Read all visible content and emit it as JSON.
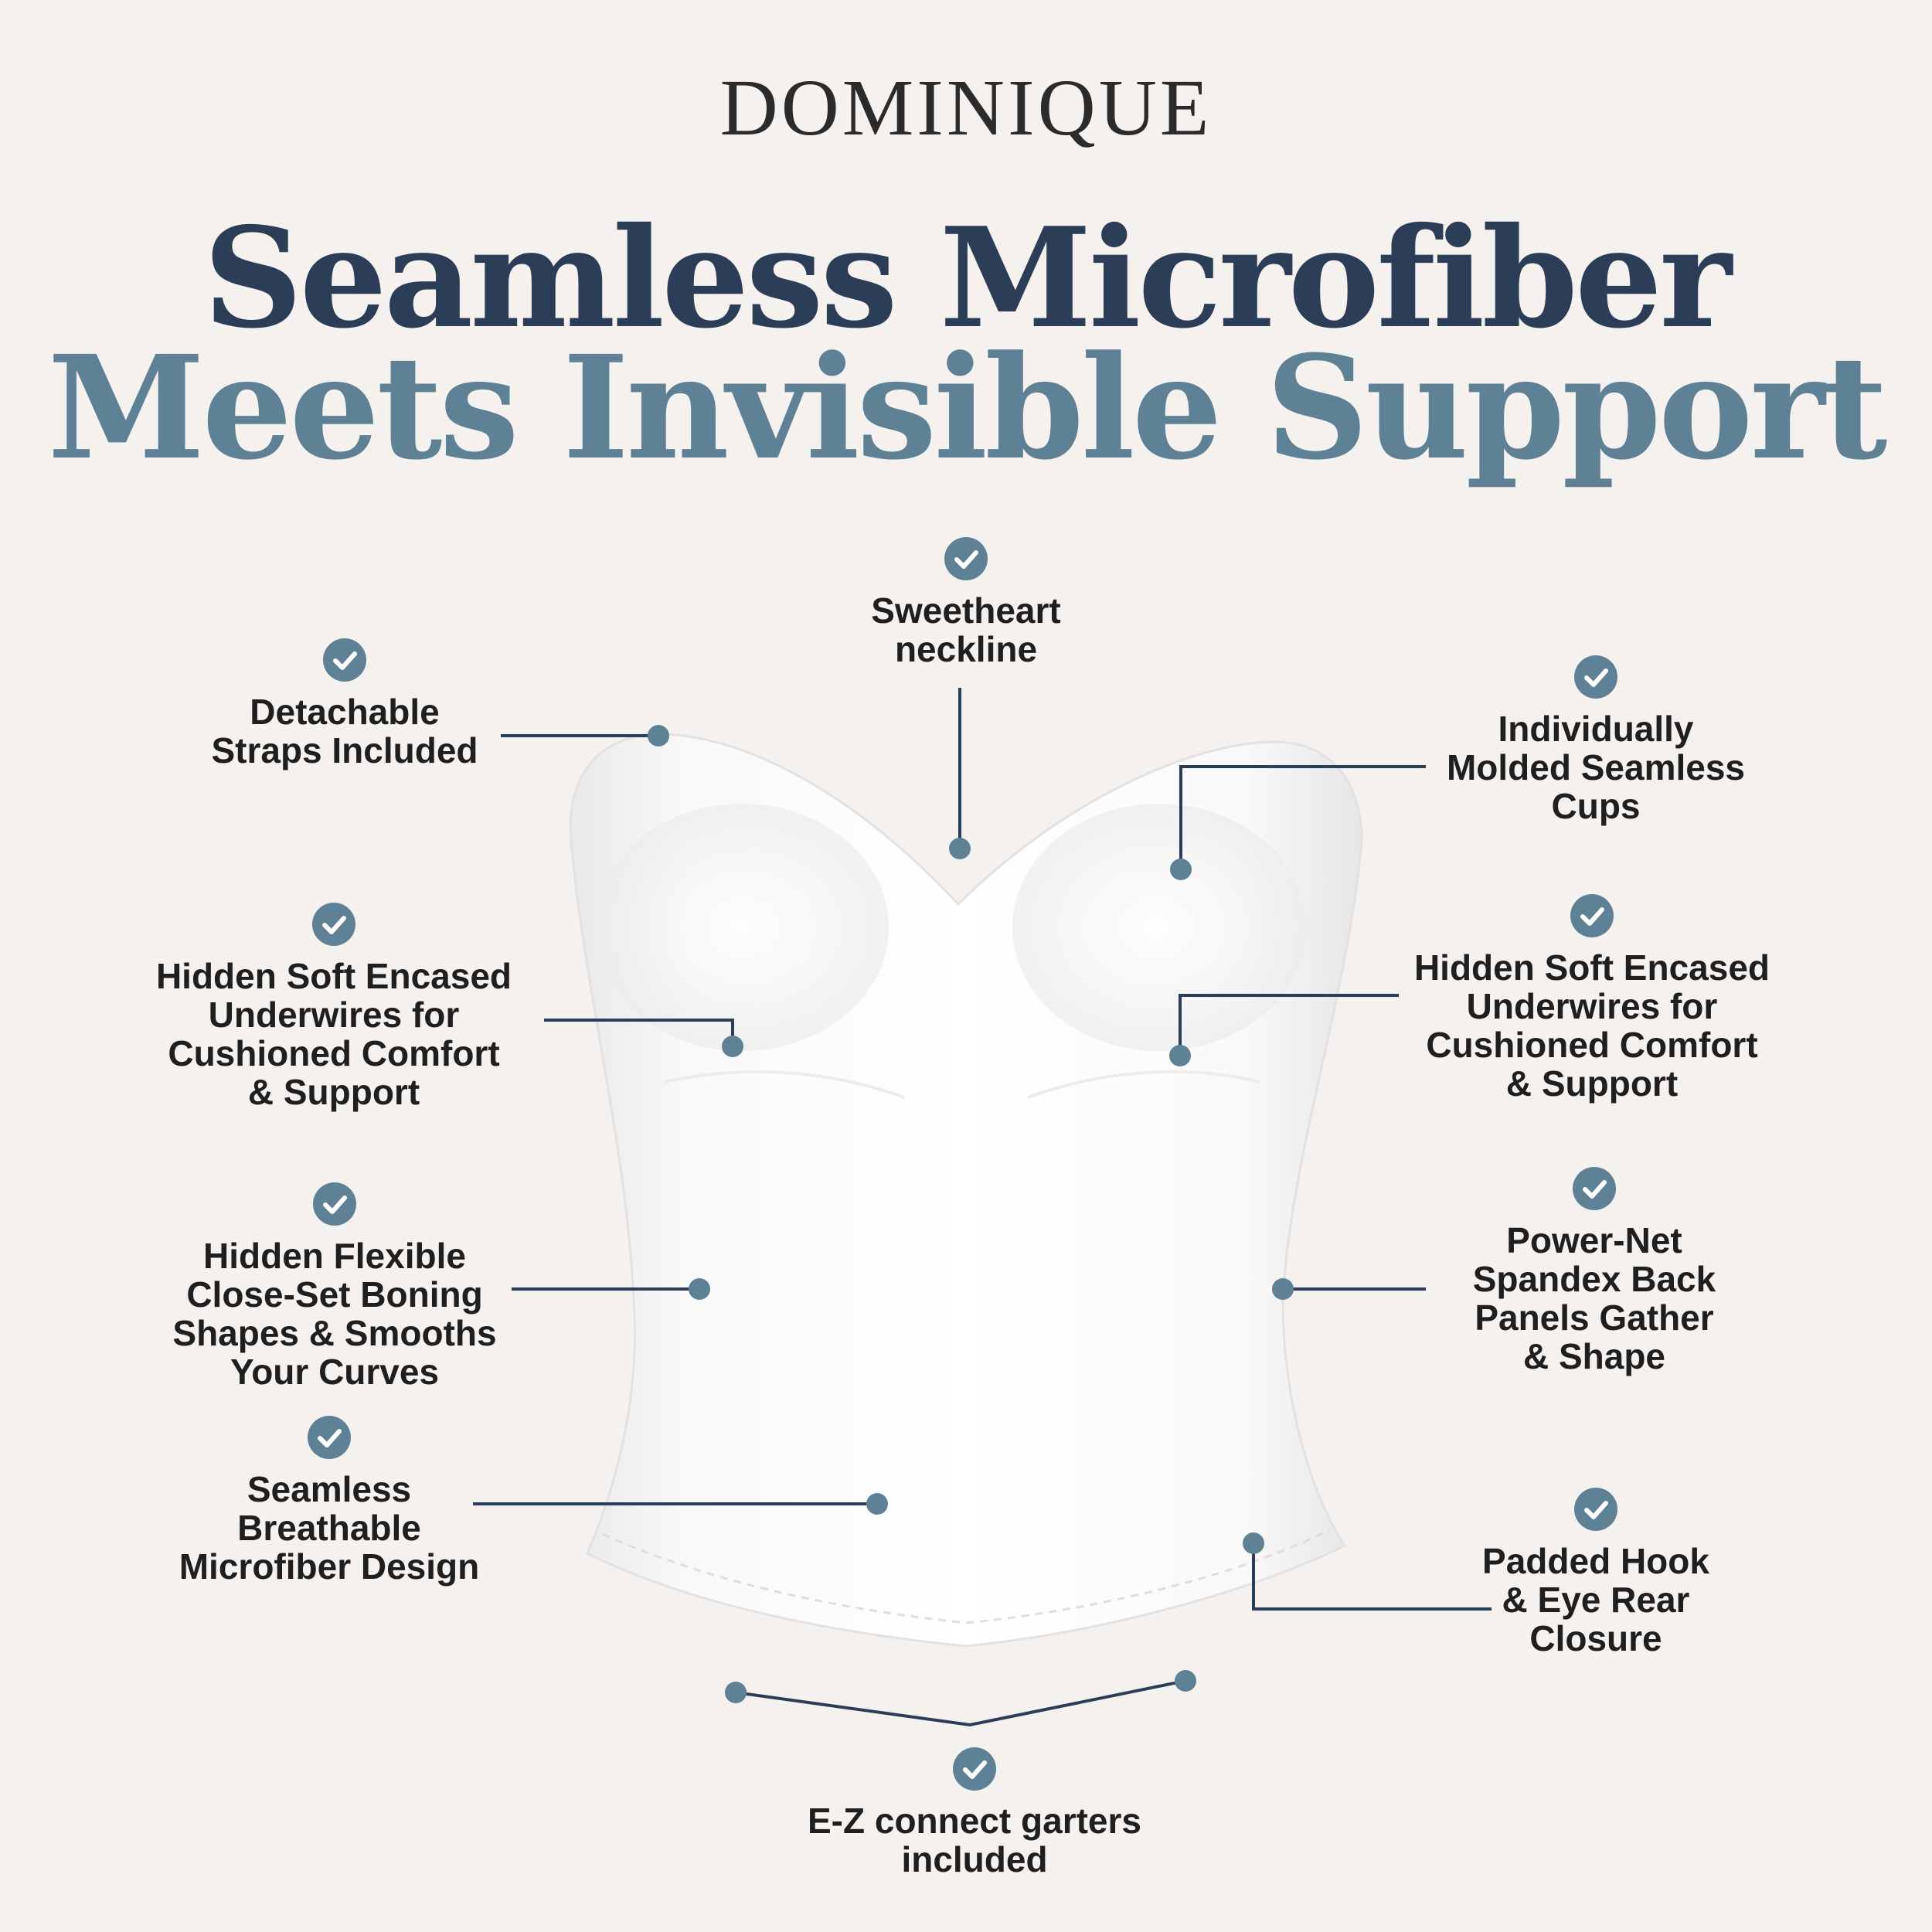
{
  "brand": "DOMINIQUE",
  "headline": {
    "line1": "Seamless Microfiber",
    "line2": "Meets Invisible Support"
  },
  "colors": {
    "background": "#f5f1ee",
    "navy": "#2c3e57",
    "slate_blue": "#5f8196",
    "line": "#2c3e57"
  },
  "callouts": {
    "sweetheart": "Sweetheart\nneckline",
    "straps": "Detachable\nStraps Included",
    "cups": "Individually\nMolded Seamless\nCups",
    "underwires_left": "Hidden Soft Encased\nUnderwires for\nCushioned Comfort\n& Support",
    "underwires_right": "Hidden Soft Encased\nUnderwires for\nCushioned Comfort\n& Support",
    "boning": "Hidden Flexible\nClose-Set Boning\nShapes & Smooths\nYour Curves",
    "power_net": "Power-Net\nSpandex Back\nPanels Gather\n& Shape",
    "microfiber": "Seamless\nBreathable\nMicrofiber Design",
    "hook_eye": "Padded Hook\n& Eye Rear\nClosure",
    "garters": "E-Z connect garters\nincluded"
  }
}
